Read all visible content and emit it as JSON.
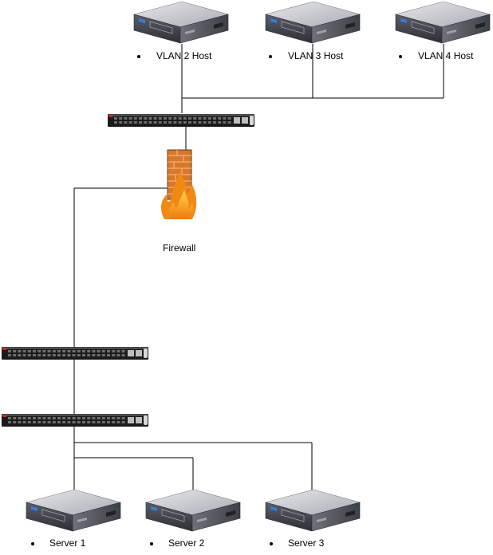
{
  "hosts": [
    {
      "label": "VLAN 2 Host",
      "icon": "server-icon"
    },
    {
      "label": "VLAN 3 Host",
      "icon": "server-icon"
    },
    {
      "label": "VLAN 4 Host",
      "icon": "server-icon"
    }
  ],
  "firewall": {
    "label": "Firewall",
    "icon": "firewall-icon"
  },
  "servers": [
    {
      "label": "Server 1",
      "icon": "server-icon"
    },
    {
      "label": "Server 2",
      "icon": "server-icon"
    },
    {
      "label": "Server 3",
      "icon": "server-icon"
    }
  ],
  "switches": [
    {
      "icon": "network-switch-icon"
    },
    {
      "icon": "network-switch-icon"
    },
    {
      "icon": "network-switch-icon"
    }
  ],
  "colors": {
    "line": "#000000",
    "server_body": "#8c8f97",
    "switch_body": "#1b1b1b",
    "brick": "#d9772a",
    "flame": "#f59a16"
  }
}
